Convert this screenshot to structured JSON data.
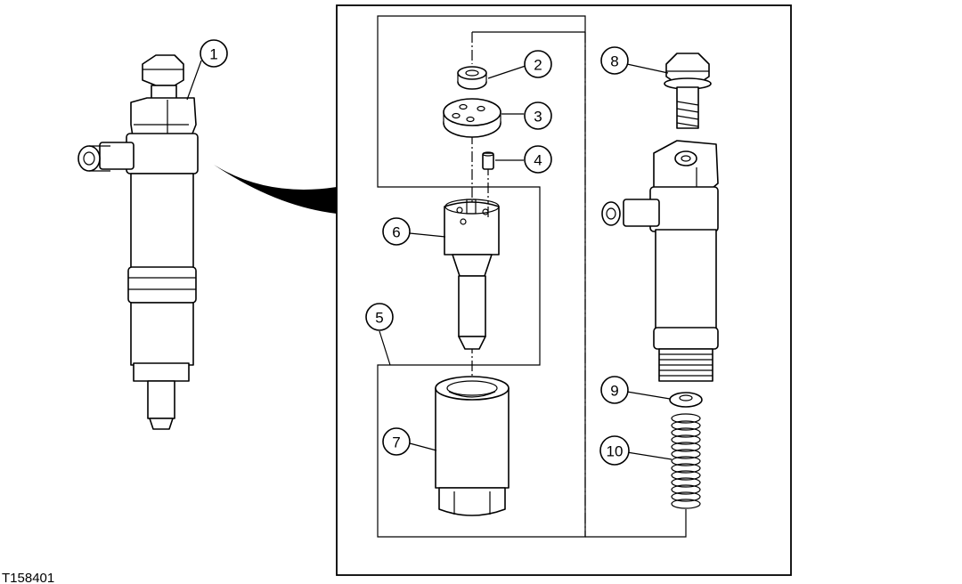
{
  "figure": {
    "id_label": "T158401"
  },
  "callouts": [
    {
      "n": "1"
    },
    {
      "n": "2"
    },
    {
      "n": "3"
    },
    {
      "n": "4"
    },
    {
      "n": "5"
    },
    {
      "n": "6"
    },
    {
      "n": "7"
    },
    {
      "n": "8"
    },
    {
      "n": "9"
    },
    {
      "n": "10"
    }
  ]
}
